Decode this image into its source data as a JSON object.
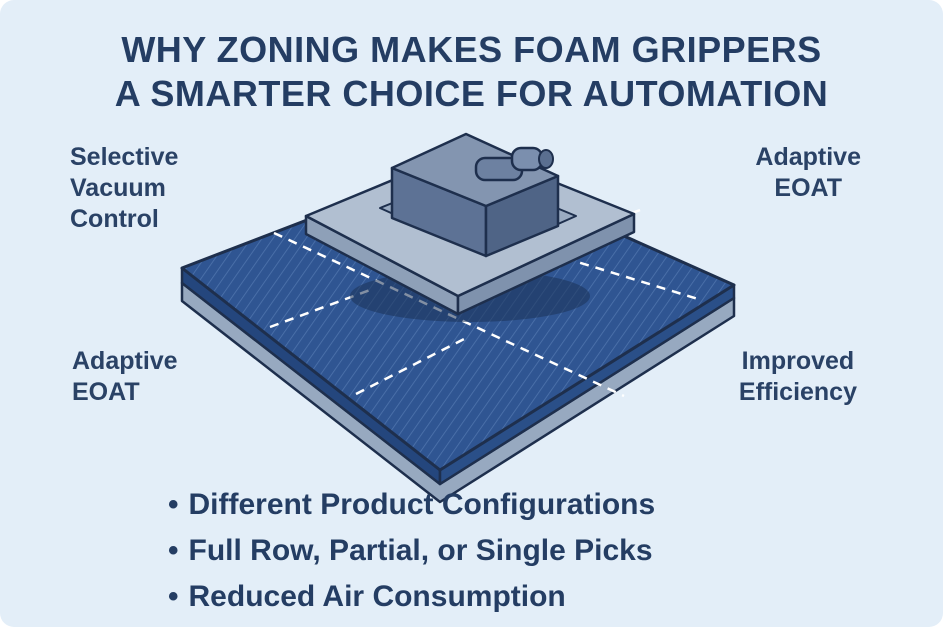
{
  "title": {
    "line1": "WHY ZONING MAKES FOAM GRIPPERS",
    "line2": "A SMARTER CHOICE FOR AUTOMATION"
  },
  "callouts": {
    "top_left": [
      "Selective",
      "Vacuum",
      "Control"
    ],
    "top_right": [
      "Adaptive",
      "EOAT"
    ],
    "bottom_left": [
      "Adaptive",
      "EOAT"
    ],
    "bottom_right": [
      "Improved",
      "Efficiency"
    ]
  },
  "bullets": [
    "Different Product Configurations",
    "Full Row, Partial, or Single Picks",
    "Reduced Air Consumption"
  ],
  "bullet_symbol": "•",
  "illustration": {
    "subject": "foam gripper with vacuum zones",
    "zone_count": 6
  },
  "colors": {
    "background": "#e3eef8",
    "title_text": "#243d63",
    "foam_pad": "#2f5592",
    "housing": "#9fb0c6",
    "outline": "#1e2f4d",
    "zone_divider": "#ffffff"
  }
}
